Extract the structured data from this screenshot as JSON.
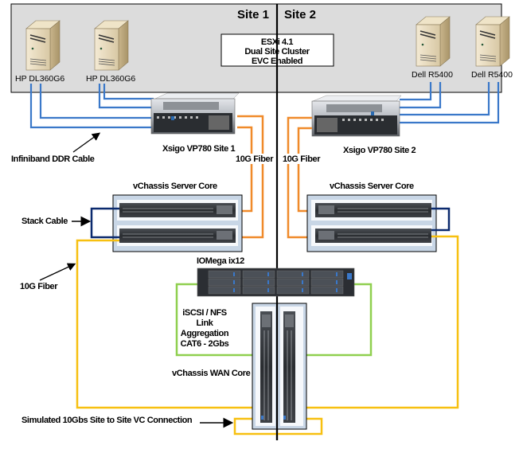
{
  "sites": {
    "left": "Site 1",
    "right": "Site 2"
  },
  "cluster_box": {
    "line1": "ESXi 4.1",
    "line2": "Dual Site Cluster",
    "line3": "EVC Enabled"
  },
  "servers": [
    {
      "label": "HP DL360G6",
      "site": "Site 1"
    },
    {
      "label": "HP DL360G6",
      "site": "Site 1"
    },
    {
      "label": "Dell R5400",
      "site": "Site 2"
    },
    {
      "label": "Dell R5400",
      "site": "Site 2"
    }
  ],
  "xsigo": {
    "site1": "Xsigo VP780 Site 1",
    "site2": "Xsigo VP780 Site 2"
  },
  "server_core": {
    "left": "vChassis Server Core",
    "right": "vChassis Server Core"
  },
  "storage": {
    "label": "IOMega ix12"
  },
  "wan_core": {
    "label": "vChassis WAN Core"
  },
  "annotations": {
    "infiniband": "Infiniband DDR Cable",
    "fiber_left": "10G Fiber",
    "fiber_right": "10G Fiber",
    "stack_cable": "Stack Cable",
    "fiber_outer": "10G Fiber",
    "iscsi_1": "iSCSI / NFS",
    "iscsi_2": "Link",
    "iscsi_3": "Aggregation",
    "iscsi_4": "CAT6 - 2Gbs",
    "simulated": "Simulated 10Gbs Site to Site VC Connection"
  },
  "colors": {
    "infiniband": "#3a78c9",
    "fiber": "#f08a2a",
    "stack": "#0b2a6e",
    "wan_fiber": "#f7c010",
    "cat6": "#8fcf4f",
    "site_bg": "#dcdcdc",
    "core_box": "#c8d6e6"
  }
}
